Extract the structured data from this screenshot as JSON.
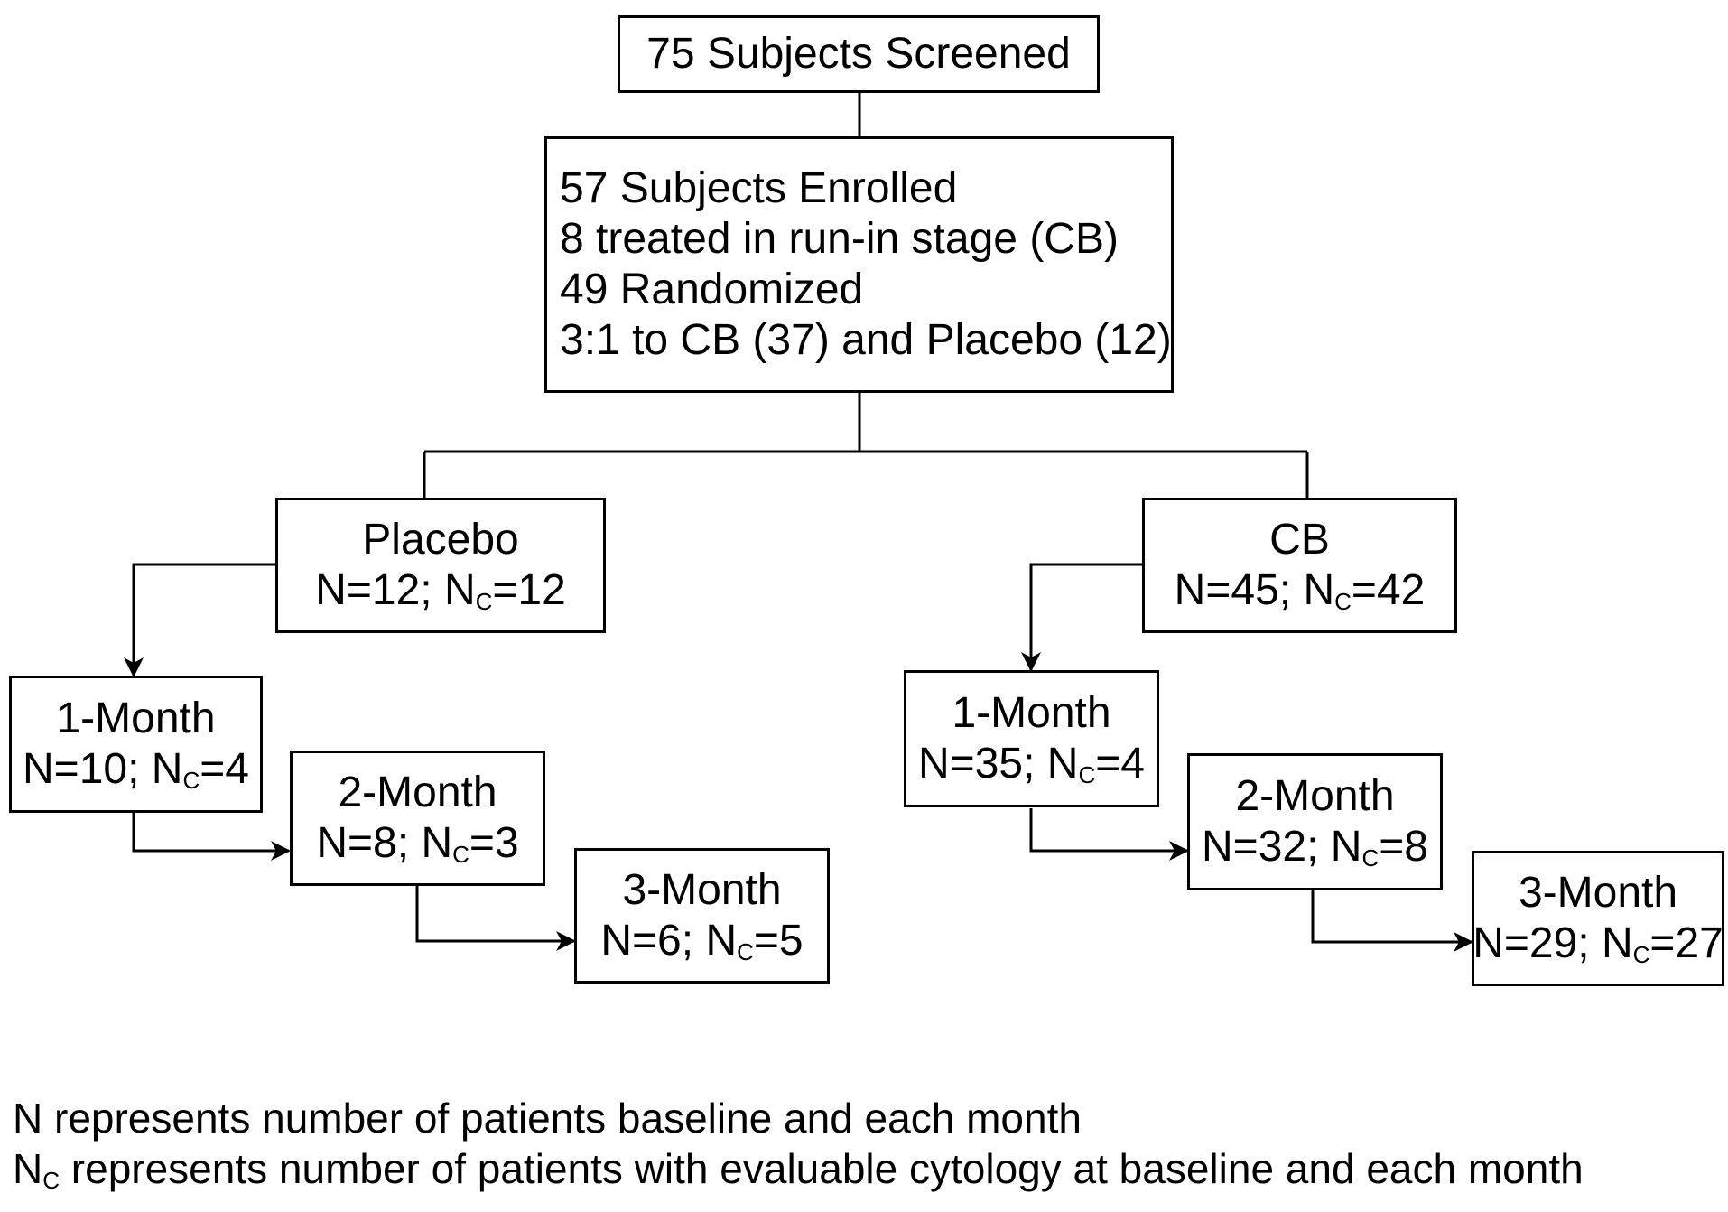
{
  "screened": {
    "text": "75 Subjects Screened"
  },
  "enrolled": {
    "lines": [
      "57 Subjects Enrolled",
      "8 treated in run-in stage (CB)",
      "49 Randomized",
      "3:1 to CB (37) and Placebo (12)"
    ]
  },
  "placebo": {
    "title": "Placebo",
    "n": "N=12;",
    "nc_base": "N",
    "nc_sub": "C",
    "nc_val": "=12",
    "months": [
      {
        "title": "1-Month",
        "n": "N=10;",
        "nc_base": "N",
        "nc_sub": "C",
        "nc_val": "=4"
      },
      {
        "title": "2-Month",
        "n": "N=8;",
        "nc_base": "N",
        "nc_sub": "C",
        "nc_val": "=3"
      },
      {
        "title": "3-Month",
        "n": "N=6;",
        "nc_base": "N",
        "nc_sub": "C",
        "nc_val": "=5"
      }
    ]
  },
  "cb": {
    "title": "CB",
    "n": "N=45;",
    "nc_base": "N",
    "nc_sub": "C",
    "nc_val": "=42",
    "months": [
      {
        "title": "1-Month",
        "n": "N=35;",
        "nc_base": "N",
        "nc_sub": "C",
        "nc_val": "=4"
      },
      {
        "title": "2-Month",
        "n": "N=32;",
        "nc_base": "N",
        "nc_sub": "C",
        "nc_val": "=8"
      },
      {
        "title": "3-Month",
        "n": "N=29;",
        "nc_base": "N",
        "nc_sub": "C",
        "nc_val": "=27"
      }
    ]
  },
  "legend": {
    "line1": "N represents number of patients baseline and each month",
    "line2_base": "N",
    "line2_sub": "C",
    "line2_rest": " represents number of patients with evaluable cytology at baseline and each month"
  }
}
